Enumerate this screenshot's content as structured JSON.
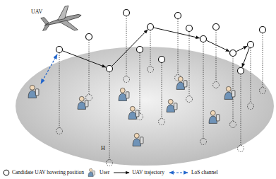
{
  "diagram": {
    "labels": [
      "UAV",
      "H"
    ],
    "legend": [
      {
        "text": "Candidate UAV hovering position"
      },
      {
        "text": "User"
      },
      {
        "text": "UAV trajectory"
      },
      {
        "text": "LoS channel"
      }
    ]
  }
}
